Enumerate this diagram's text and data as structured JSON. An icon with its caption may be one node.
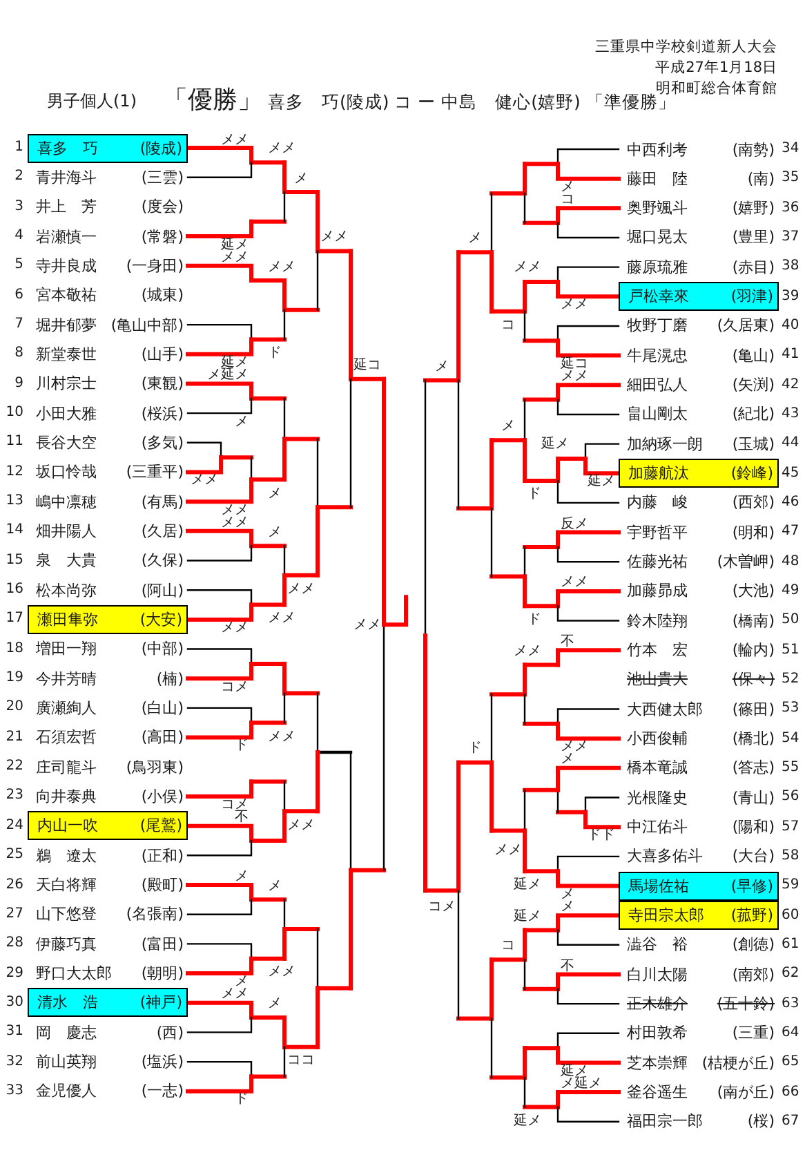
{
  "diagram": {
    "title": "男子個人(1)",
    "nodes": [
      {
        "text": [
          "喜多　巧",
          "(陵成)"
        ],
        "beside": [
          "1"
        ]
      },
      {
        "text": [
          "青井海斗",
          "(三雲)"
        ],
        "beside": [
          "2"
        ]
      },
      {
        "text": [
          "井上　芳",
          "(度会)"
        ],
        "beside": [
          "3"
        ]
      },
      {
        "text": [
          "岩瀬慎一",
          "(常磐)"
        ],
        "beside": [
          "4"
        ]
      },
      {
        "text": [
          "寺井良成",
          "(一身田)"
        ],
        "beside": [
          "5"
        ]
      },
      {
        "text": [
          "宮本敬祐",
          "(城東)"
        ],
        "beside": [
          "6"
        ]
      },
      {
        "text": [
          "堀井郁夢",
          "(亀山中部)"
        ],
        "beside": [
          "7"
        ]
      },
      {
        "text": [
          "新堂泰世",
          "(山手)"
        ],
        "beside": [
          "8"
        ]
      },
      {
        "text": [
          "川村宗士",
          "(東観)"
        ],
        "beside": [
          "9"
        ]
      },
      {
        "text": [
          "小田大雅",
          "(桜浜)"
        ],
        "beside": [
          "10"
        ]
      },
      {
        "text": [
          "長谷大空",
          "(多気)"
        ],
        "beside": [
          "11"
        ]
      },
      {
        "text": [
          "坂口怜哉",
          "(三重平)"
        ],
        "beside": [
          "12"
        ]
      },
      {
        "text": [
          "嶋中凛穂",
          "(有馬)"
        ],
        "beside": [
          "13"
        ]
      },
      {
        "text": [
          "畑井陽人",
          "(久居)"
        ],
        "beside": [
          "14"
        ]
      },
      {
        "text": [
          "泉　大貴",
          "(久保)"
        ],
        "beside": [
          "15"
        ]
      },
      {
        "text": [
          "松本尚弥",
          "(阿山)"
        ],
        "beside": [
          "16"
        ]
      },
      {
        "text": [
          "瀬田隼弥",
          "(大安)"
        ],
        "beside": [
          "17"
        ]
      },
      {
        "text": [
          "増田一翔",
          "(中部)"
        ],
        "beside": [
          "18"
        ]
      },
      {
        "text": [
          "今井芳晴",
          "(楠)"
        ],
        "beside": [
          "19"
        ]
      },
      {
        "text": [
          "廣瀬絢人",
          "(白山)"
        ],
        "beside": [
          "20"
        ]
      },
      {
        "text": [
          "石須宏哲",
          "(高田)"
        ],
        "beside": [
          "21"
        ]
      },
      {
        "text": [
          "庄司龍斗",
          "(鳥羽東)"
        ],
        "beside": [
          "22"
        ]
      },
      {
        "text": [
          "向井泰典",
          "(小俣)"
        ],
        "beside": [
          "23"
        ]
      },
      {
        "text": [
          "内山一吹",
          "(尾鷲)"
        ],
        "beside": [
          "24"
        ]
      },
      {
        "text": [
          "鵜　遼太",
          "(正和)"
        ],
        "beside": [
          "25"
        ]
      },
      {
        "text": [
          "天白将輝",
          "(殿町)"
        ],
        "beside": [
          "26"
        ]
      },
      {
        "text": [
          "山下悠登",
          "(名張南)"
        ],
        "beside": [
          "27"
        ]
      },
      {
        "text": [
          "伊藤巧真",
          "(富田)"
        ],
        "beside": [
          "28"
        ]
      },
      {
        "text": [
          "野口大太郎",
          "(朝明)"
        ],
        "beside": [
          "29"
        ]
      },
      {
        "text": [
          "清水　浩",
          "(神戸)"
        ],
        "beside": [
          "30"
        ]
      },
      {
        "text": [
          "岡　慶志",
          "(西)"
        ],
        "beside": [
          "31"
        ]
      },
      {
        "text": [
          "前山英翔",
          "(塩浜)"
        ],
        "beside": [
          "32"
        ]
      },
      {
        "text": [
          "金児優人",
          "(一志)"
        ],
        "beside": [
          "33"
        ]
      },
      {
        "text": [
          "中西利考",
          "(南勢)"
        ],
        "beside": [
          "34"
        ]
      },
      {
        "text": [
          "藤田　陸",
          "(南)"
        ],
        "beside": [
          "35"
        ]
      },
      {
        "text": [
          "奥野颯斗",
          "(嬉野)"
        ],
        "beside": [
          "36"
        ]
      },
      {
        "text": [
          "堀口晃太",
          "(豊里)"
        ],
        "beside": [
          "37"
        ]
      },
      {
        "text": [
          "藤原琉雅",
          "(赤目)"
        ],
        "beside": [
          "38"
        ]
      },
      {
        "text": [
          "戸松幸來",
          "(羽津)"
        ],
        "beside": [
          "39"
        ]
      },
      {
        "text": [
          "牧野丁磨",
          "(久居東)"
        ],
        "beside": [
          "40"
        ]
      },
      {
        "text": [
          "牛尾滉忠",
          "(亀山)"
        ],
        "beside": [
          "41"
        ]
      },
      {
        "text": [
          "細田弘人",
          "(矢渕)"
        ],
        "beside": [
          "42"
        ]
      },
      {
        "text": [
          "畠山剛太",
          "(紀北)"
        ],
        "beside": [
          "43"
        ]
      },
      {
        "text": [
          "加納琢一朗",
          "(玉城)"
        ],
        "beside": [
          "44"
        ]
      },
      {
        "text": [
          "加藤航汰",
          "(鈴峰)"
        ],
        "beside": [
          "45"
        ]
      },
      {
        "text": [
          "内藤　峻",
          "(西郊)"
        ],
        "beside": [
          "46"
        ]
      },
      {
        "text": [
          "宇野哲平",
          "(明和)"
        ],
        "beside": [
          "47"
        ]
      },
      {
        "text": [
          "佐藤光祐",
          "(木曽岬)"
        ],
        "beside": [
          "48"
        ]
      },
      {
        "text": [
          "加藤昴成",
          "(大池)"
        ],
        "beside": [
          "49"
        ]
      },
      {
        "text": [
          "鈴木陸翔",
          "(橋南)"
        ],
        "beside": [
          "50"
        ]
      },
      {
        "text": [
          "竹本　宏",
          "(輪内)"
        ],
        "beside": [
          "51"
        ]
      },
      {
        "text": [
          "池山貴大",
          "(保々)"
        ],
        "beside": [
          "52"
        ]
      },
      {
        "text": [
          "大西健太郎",
          "(篠田)"
        ],
        "beside": [
          "53"
        ]
      },
      {
        "text": [
          "小西俊輔",
          "(橋北)"
        ],
        "beside": [
          "54"
        ]
      },
      {
        "text": [
          "橋本竜誠",
          "(答志)"
        ],
        "beside": [
          "55"
        ]
      },
      {
        "text": [
          "光根隆史",
          "(青山)"
        ],
        "beside": [
          "56"
        ]
      },
      {
        "text": [
          "中江佑斗",
          "(陽和)"
        ],
        "beside": [
          "57"
        ]
      },
      {
        "text": [
          "大喜多佑斗",
          "(大台)"
        ],
        "beside": [
          "58"
        ]
      },
      {
        "text": [
          "馬場佐祐",
          "(早修)"
        ],
        "beside": [
          "59"
        ]
      },
      {
        "text": [
          "寺田宗太郎",
          "(菰野)"
        ],
        "beside": [
          "60"
        ]
      },
      {
        "text": [
          "澁谷　裕",
          "(創徳)"
        ],
        "beside": [
          "61"
        ]
      },
      {
        "text": [
          "白川太陽",
          "(南郊)"
        ],
        "beside": [
          "62"
        ]
      },
      {
        "text": [
          "正木雄介",
          "(五十鈴)"
        ],
        "beside": [
          "63"
        ]
      },
      {
        "text": [
          "村田敦希",
          "(三重)"
        ],
        "beside": [
          "64"
        ]
      },
      {
        "text": [
          "芝本崇輝",
          "(桔梗が丘)"
        ],
        "beside": [
          "65"
        ]
      },
      {
        "text": [
          "釜谷遥生",
          "(南が丘)"
        ],
        "beside": [
          "66"
        ]
      },
      {
        "text": [
          "福田宗一郎",
          "(桜)"
        ],
        "beside": [
          "67"
        ]
      }
    ],
    "edges": [
      {
        "from": 0,
        "to": null,
        "arrow": "none"
      },
      {
        "from": 1,
        "to": null,
        "arrow": "none",
        "color": "#000000"
      },
      {
        "from": 3,
        "to": null,
        "arrow": "none"
      },
      {
        "from": 4,
        "to": null,
        "arrow": "none"
      },
      {
        "from": 6,
        "to": null,
        "arrow": "none",
        "color": "#000000"
      },
      {
        "from": 7,
        "to": null,
        "arrow": "none"
      },
      {
        "from": 8,
        "to": null,
        "arrow": "none"
      },
      {
        "from": 9,
        "to": null,
        "arrow": "none",
        "color": "#000000"
      },
      {
        "from": 10,
        "to": null,
        "arrow": "none",
        "color": "#000000"
      },
      {
        "from": 11,
        "to": null,
        "arrow": "none"
      },
      {
        "from": 12,
        "to": null,
        "arrow": "none"
      },
      {
        "from": 13,
        "to": null,
        "arrow": "none"
      },
      {
        "from": 14,
        "to": null,
        "arrow": "none",
        "color": "#000000"
      },
      {
        "from": 15,
        "to": null,
        "arrow": "none",
        "color": "#000000"
      },
      {
        "from": 16,
        "to": null,
        "arrow": "none"
      },
      {
        "from": 17,
        "to": null,
        "arrow": "none",
        "color": "#000000"
      },
      {
        "from": 18,
        "to": null,
        "arrow": "none"
      },
      {
        "from": 19,
        "to": null,
        "arrow": "none",
        "color": "#000000"
      },
      {
        "from": 20,
        "to": null,
        "arrow": "none"
      },
      {
        "from": 22,
        "to": null,
        "arrow": "none"
      },
      {
        "from": 23,
        "to": null,
        "arrow": "none"
      },
      {
        "from": 24,
        "to": null,
        "arrow": "none",
        "color": "#000000"
      },
      {
        "from": 25,
        "to": null,
        "arrow": "none"
      },
      {
        "from": 26,
        "to": null,
        "arrow": "none",
        "color": "#000000"
      },
      {
        "from": 27,
        "to": null,
        "arrow": "none",
        "color": "#000000"
      },
      {
        "from": 28,
        "to": null,
        "arrow": "none"
      },
      {
        "from": 29,
        "to": null,
        "arrow": "none"
      },
      {
        "from": 30,
        "to": null,
        "arrow": "none",
        "color": "#000000"
      },
      {
        "from": 31,
        "to": null,
        "arrow": "none",
        "color": "#000000"
      },
      {
        "from": 32,
        "to": null,
        "arrow": "none"
      },
      {
        "from": 33,
        "to": null,
        "arrow": "none",
        "color": "#000000"
      },
      {
        "from": 34,
        "to": null,
        "arrow": "none"
      },
      {
        "from": 35,
        "to": null,
        "arrow": "none"
      },
      {
        "from": 36,
        "to": null,
        "arrow": "none",
        "color": "#000000"
      },
      {
        "from": 37,
        "to": null,
        "arrow": "none",
        "color": "#000000"
      },
      {
        "from": 38,
        "to": null,
        "arrow": "none"
      },
      {
        "from": 39,
        "to": null,
        "arrow": "none",
        "color": "#000000"
      },
      {
        "from": 40,
        "to": null,
        "arrow": "none"
      },
      {
        "from": 41,
        "to": null,
        "arrow": "none"
      },
      {
        "from": 42,
        "to": null,
        "arrow": "none",
        "color": "#000000"
      },
      {
        "from": 43,
        "to": null,
        "arrow": "none",
        "color": "#000000"
      },
      {
        "from": 44,
        "to": null,
        "arrow": "none"
      },
      {
        "from": 45,
        "to": null,
        "arrow": "none",
        "color": "#000000"
      },
      {
        "from": 46,
        "to": null,
        "arrow": "none"
      },
      {
        "from": 47,
        "to": null,
        "arrow": "none",
        "color": "#000000"
      },
      {
        "from": 48,
        "to": null,
        "arrow": "none"
      },
      {
        "from": 49,
        "to": null,
        "arrow": "none",
        "color": "#000000"
      },
      {
        "from": 50,
        "to": null,
        "arrow": "none"
      },
      {
        "from": 52,
        "to": null,
        "arrow": "none",
        "color": "#000000"
      },
      {
        "from": 53,
        "to": null,
        "arrow": "none"
      },
      {
        "from": 54,
        "to": null,
        "arrow": "none"
      },
      {
        "from": 55,
        "to": null,
        "arrow": "none",
        "color": "#000000"
      },
      {
        "from": 56,
        "to": null,
        "arrow": "none"
      },
      {
        "from": 57,
        "to": null,
        "arrow": "none",
        "color": "#000000"
      },
      {
        "from": 58,
        "to": null,
        "arrow": "none"
      },
      {
        "from": 59,
        "to": null,
        "arrow": "none"
      },
      {
        "from": 60,
        "to": null,
        "arrow": "none",
        "color": "#000000"
      },
      {
        "from": 61,
        "to": null,
        "arrow": "none"
      },
      {
        "from": 62,
        "to": null,
        "arrow": "none",
        "color": "#000000"
      },
      {
        "from": 63,
        "to": null,
        "arrow": "none",
        "color": "#000000"
      },
      {
        "from": 64,
        "to": null,
        "arrow": "none"
      },
      {
        "from": 65,
        "to": null,
        "arrow": "none"
      },
      {
        "from": 66,
        "to": null,
        "arrow": "none",
        "color": "#000000"
      }
    ],
    "labels": [
      "三重県中学校剣道新人大会",
      "平成27年1月18日",
      "明和町総合体育館",
      "「優勝」",
      "喜多　巧(陵成) コ ー 中島　健心(嬉野)",
      "「準優勝」",
      "メメ",
      "メメ",
      "メ",
      "メ",
      "コ",
      "延メ",
      "メメ",
      "メ",
      "メメ",
      "メメ",
      "メメ",
      "メメ",
      "コ",
      "ド",
      "延メ",
      "延コ",
      "メ",
      "延コ",
      "メ延メ",
      "メメ",
      "メ",
      "メ",
      "延メ",
      "メメ",
      "延メ",
      "メ",
      "ド",
      "メメ",
      "メメ",
      "反メ",
      "メ",
      "メメ",
      "メメ",
      "メメ",
      "メメ",
      "メメ",
      "ド",
      "不",
      "メメ",
      "コメ",
      "メメ",
      "ド",
      "ド",
      "メメ",
      "メ",
      "コメ",
      "不",
      "メメ",
      "ドド",
      "メメ",
      "メ",
      "メ",
      "延メ",
      "メ",
      "コメ",
      "メ",
      "延メ",
      "コ",
      "メメ",
      "不",
      "メ",
      "メメ",
      "メ",
      "ココ",
      "延メ",
      "メ延メ",
      "ド",
      "延メ"
    ]
  }
}
